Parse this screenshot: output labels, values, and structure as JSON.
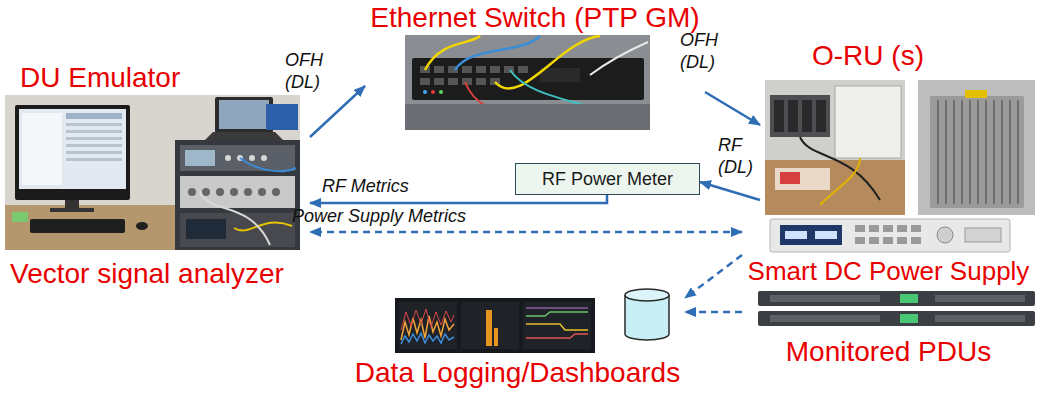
{
  "diagram": {
    "nodes": [
      {
        "text": [
          "DU Emulator",
          "Vector signal analyzer"
        ]
      },
      {
        "text": [
          "Ethernet Switch (PTP GM)"
        ]
      },
      {
        "text": [
          "O-RU (s)"
        ]
      },
      {
        "text": [
          "RF Power Meter"
        ]
      },
      {
        "text": [
          "Smart DC Power Supply"
        ]
      },
      {
        "text": [
          "Data Logging/Dashboards"
        ]
      },
      {
        "text": [
          "Monitored PDUs"
        ]
      }
    ],
    "edges": [
      {
        "from": 0,
        "to": 1,
        "arrow": "to",
        "label": "OFH (DL)"
      },
      {
        "from": 1,
        "to": 2,
        "arrow": "to",
        "label": "OFH (DL)"
      },
      {
        "from": 2,
        "to": 3,
        "arrow": "to",
        "label": "RF (DL)"
      },
      {
        "from": 3,
        "to": 0,
        "arrow": "to",
        "label": "RF Metrics"
      },
      {
        "from": 4,
        "to": 0,
        "arrow": "both",
        "label": "Power Supply Metrics"
      },
      {
        "from": 4,
        "to": 5,
        "arrow": "to"
      },
      {
        "from": 6,
        "to": 5,
        "arrow": "to"
      }
    ]
  }
}
